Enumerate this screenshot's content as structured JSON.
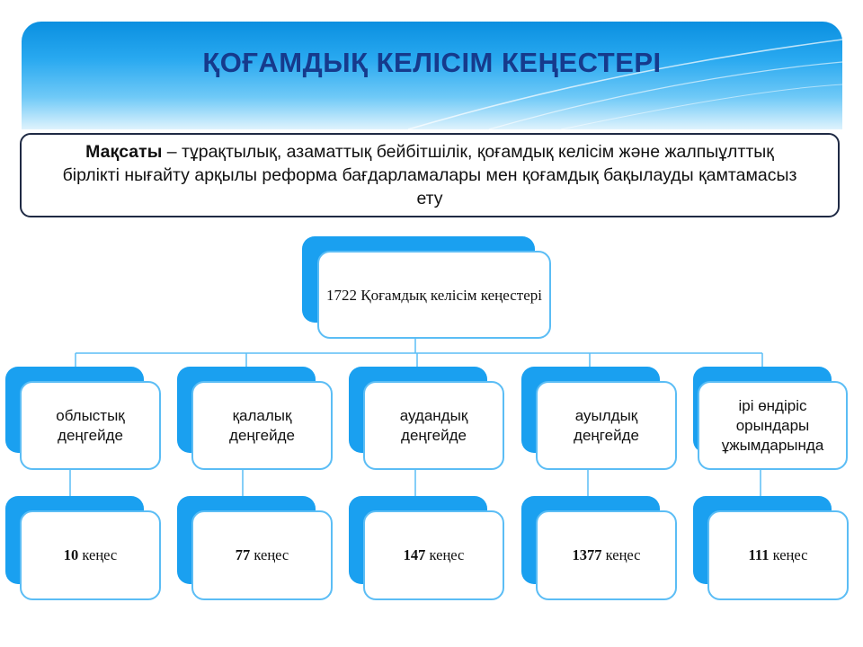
{
  "title": "ҚОҒАМДЫҚ КЕЛІСІМ КЕҢЕСТЕРІ",
  "goal": {
    "label": "Мақсаты",
    "text": " – тұрақтылық, азаматтық бейбітшілік, қоғамдық келісім және жалпыұлттық бірлікті нығайту арқылы реформа бағдарламалары мен қоғамдық бақылауды қамтамасыз ету"
  },
  "root": {
    "number": "1722",
    "text": " Қоғамдық келісім кеңестері"
  },
  "levels": [
    {
      "label": "облыстық деңгейде",
      "number": "10",
      "unit": " кеңес"
    },
    {
      "label": "қалалық деңгейде",
      "number": "77",
      "unit": " кеңес"
    },
    {
      "label": "аудандық деңгейде",
      "number": "147",
      "unit": " кеңес"
    },
    {
      "label": "ауылдық деңгейде",
      "number": "1377",
      "unit": " кеңес"
    },
    {
      "label": "ірі өндіріс орындары ұжымдарында",
      "number": "111",
      "unit": " кеңес"
    }
  ],
  "colors": {
    "title": "#163a8c",
    "card_back": "#1aa0f0",
    "card_border": "#5bbdf5",
    "connector": "#5bbdf5"
  }
}
